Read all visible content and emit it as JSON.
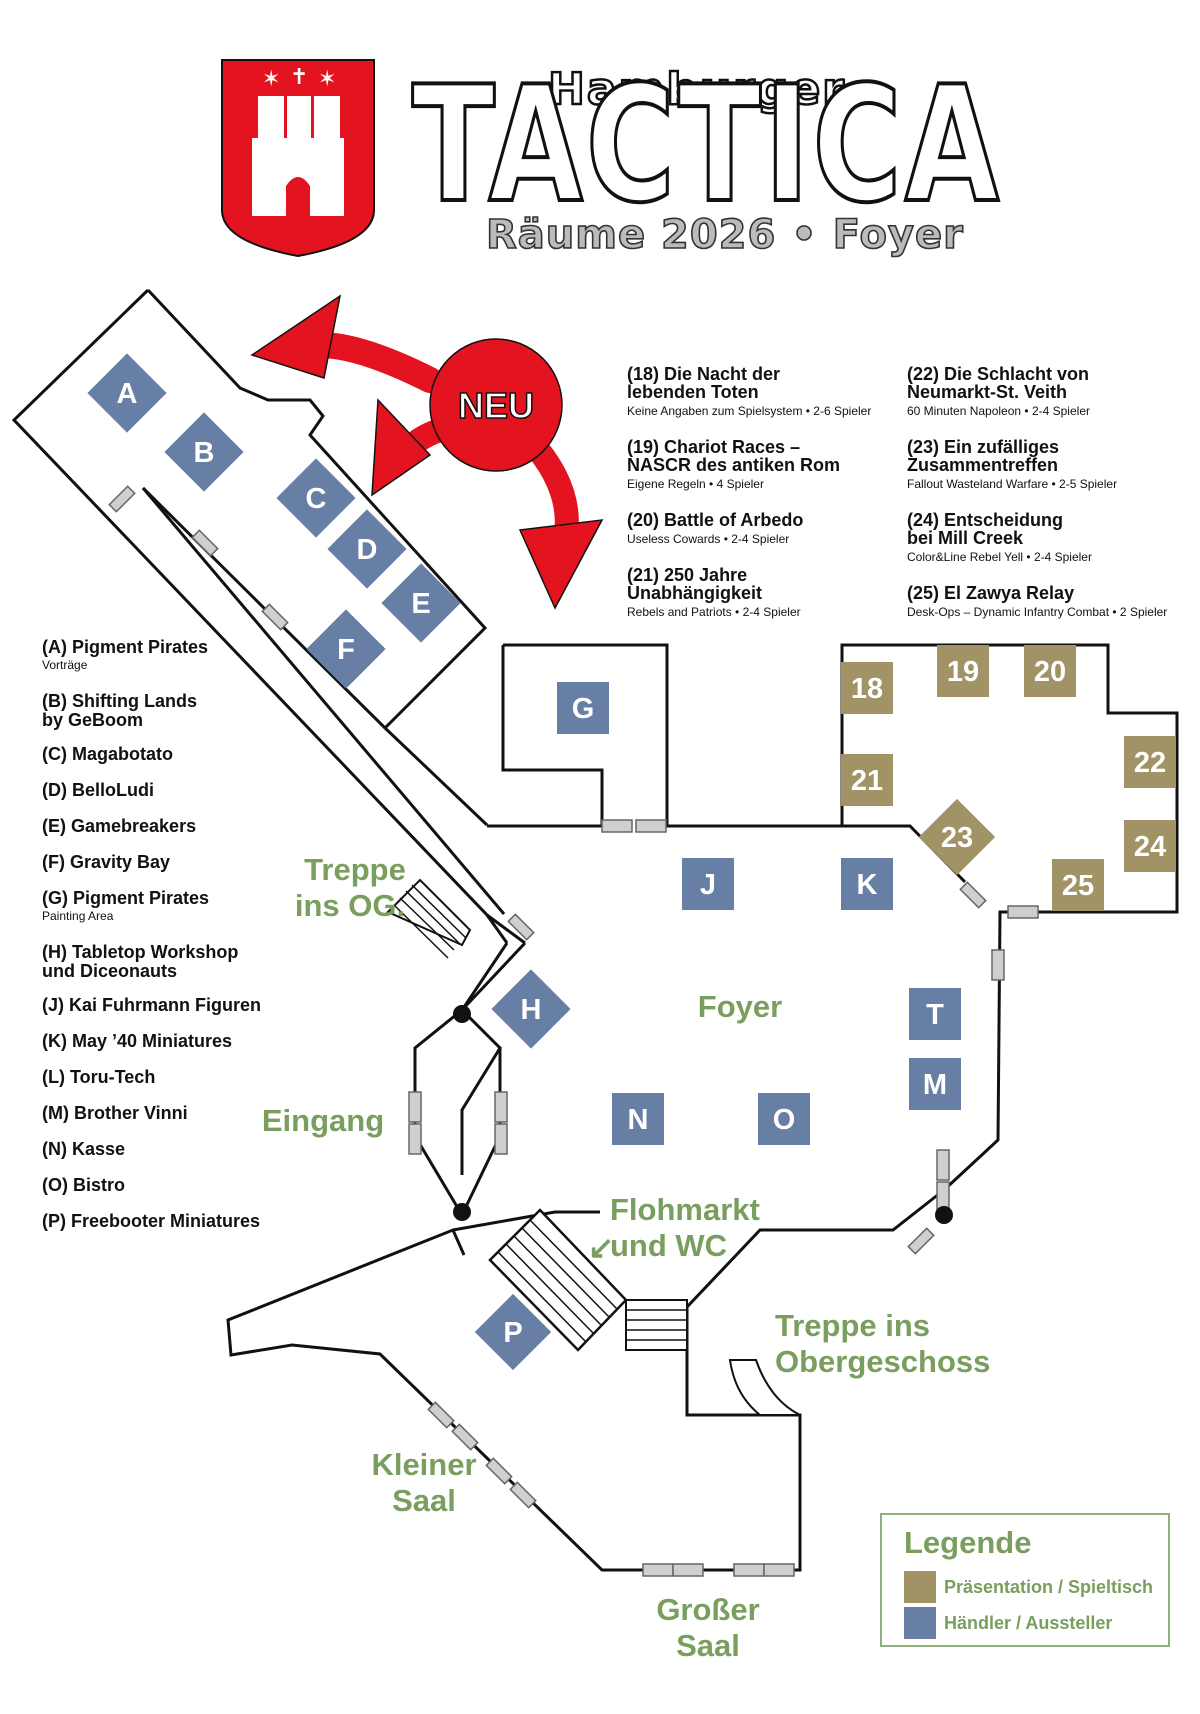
{
  "header": {
    "title_top": "Hamburger",
    "title_main": "TACTICA",
    "subtitle": "Räume 2026 • Foyer",
    "crest_icon": "hamburg-castle-crest-icon"
  },
  "colors": {
    "presentation": "#a19366",
    "dealer": "#687fa5",
    "label_green": "#7a9e5e",
    "neu_red": "#e3141f"
  },
  "neu_label": "NEU",
  "map_labels": {
    "stairs_og": "Treppe\nins OG.",
    "entrance": "Eingang",
    "foyer": "Foyer",
    "flea_market": "Flohmarkt\nund WC",
    "stairs_upper": "Treppe ins\nObergeschoss",
    "small_hall": "Kleiner\nSaal",
    "big_hall": "Großer\nSaal"
  },
  "dealer_tiles": [
    "A",
    "B",
    "C",
    "D",
    "E",
    "F",
    "G",
    "H",
    "J",
    "K",
    "T",
    "M",
    "N",
    "O",
    "P"
  ],
  "table_tiles": [
    "18",
    "19",
    "20",
    "21",
    "22",
    "23",
    "24",
    "25"
  ],
  "exhibitors": [
    {
      "label": "(A) Pigment Pirates",
      "sub": "Vorträge"
    },
    {
      "label": "(B) Shifting Lands\nby GeBoom",
      "sub": ""
    },
    {
      "label": "(C) Magabotato",
      "sub": ""
    },
    {
      "label": "(D) BelloLudi",
      "sub": ""
    },
    {
      "label": "(E) Gamebreakers",
      "sub": ""
    },
    {
      "label": "(F) Gravity Bay",
      "sub": ""
    },
    {
      "label": "(G) Pigment Pirates",
      "sub": "Painting Area"
    },
    {
      "label": "(H) Tabletop Workshop\nund Diceonauts",
      "sub": ""
    },
    {
      "label": "(J) Kai Fuhrmann Figuren",
      "sub": ""
    },
    {
      "label": "(K) May ’40 Miniatures",
      "sub": ""
    },
    {
      "label": "(L) Toru-Tech",
      "sub": ""
    },
    {
      "label": "(M) Brother Vinni",
      "sub": ""
    },
    {
      "label": "(N) Kasse",
      "sub": ""
    },
    {
      "label": "(O) Bistro",
      "sub": ""
    },
    {
      "label": "(P) Freebooter Miniatures",
      "sub": ""
    }
  ],
  "games": [
    {
      "title": "(18) Die Nacht der\nlebenden Toten",
      "sub": "Keine Angaben zum Spielsystem • 2-6 Spieler"
    },
    {
      "title": "(19) Chariot Races –\nNASCR des antiken Rom",
      "sub": "Eigene Regeln • 4 Spieler"
    },
    {
      "title": "(20) Battle of Arbedo",
      "sub": "Useless Cowards • 2-4 Spieler"
    },
    {
      "title": "(21) 250 Jahre\nUnabhängigkeit",
      "sub": "Rebels and Patriots • 2-4 Spieler"
    },
    {
      "title": "(22) Die Schlacht von\nNeumarkt-St. Veith",
      "sub": "60 Minuten Napoleon • 2-4 Spieler"
    },
    {
      "title": "(23) Ein zufälliges\nZusammentreffen",
      "sub": "Fallout Wasteland Warfare • 2-5 Spieler"
    },
    {
      "title": "(24) Entscheidung\nbei Mill Creek",
      "sub": "Color&Line Rebel Yell • 2-4 Spieler"
    },
    {
      "title": "(25) El Zawya Relay",
      "sub": "Desk-Ops – Dynamic Infantry Combat • 2 Spieler"
    }
  ],
  "legend": {
    "title": "Legende",
    "items": [
      {
        "label": "Präsentation / Spieltisch",
        "color": "#a19366"
      },
      {
        "label": "Händler / Aussteller",
        "color": "#687fa5"
      }
    ]
  }
}
